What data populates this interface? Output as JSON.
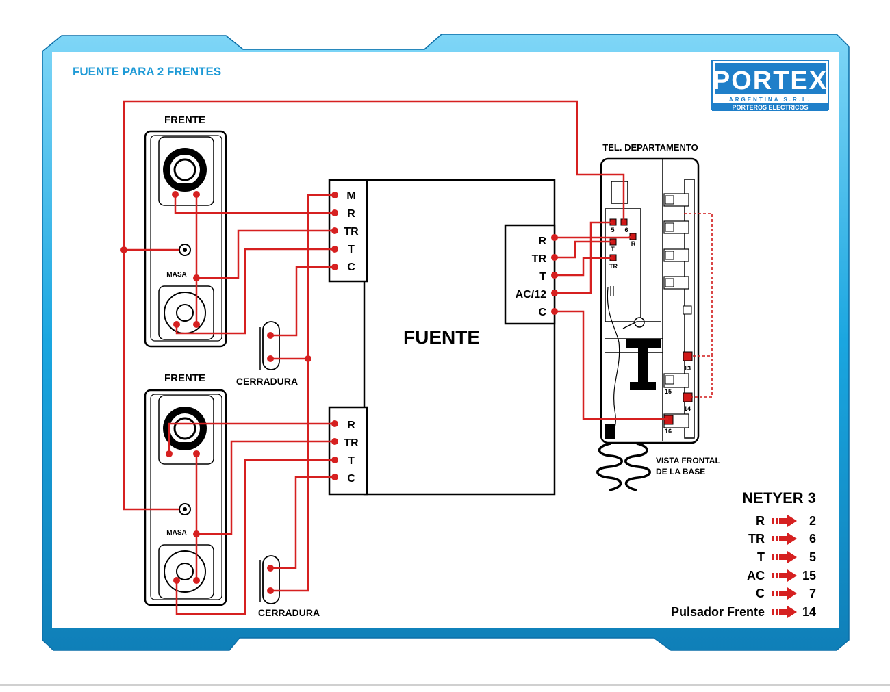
{
  "title": "FUENTE PARA 2 FRENTES",
  "logo": {
    "brand": "PORTEX",
    "sub1": "ARGENTINA S.R.L.",
    "sub2": "PORTEROS ELECTRICOS"
  },
  "panels": {
    "frente_label": "FRENTE",
    "masa_label": "MASA",
    "cerradura_label": "CERRADURA"
  },
  "fuente": {
    "label": "FUENTE",
    "top_terminals": [
      "M",
      "R",
      "TR",
      "T",
      "C"
    ],
    "bottom_terminals": [
      "R",
      "TR",
      "T",
      "C"
    ],
    "right_terminals": [
      "R",
      "TR",
      "T",
      "AC/12",
      "C"
    ]
  },
  "telefono": {
    "title": "TEL. DEPARTAMENTO",
    "caption1": "VISTA FRONTAL",
    "caption2": "DE LA BASE",
    "term_labels": [
      "5",
      "6",
      "R",
      "T",
      "TR",
      "13",
      "14",
      "15",
      "16"
    ]
  },
  "legend": {
    "title": "NETYER 3",
    "rows": [
      {
        "label": "R",
        "value": "2"
      },
      {
        "label": "TR",
        "value": "6"
      },
      {
        "label": "T",
        "value": "5"
      },
      {
        "label": "AC",
        "value": "15"
      },
      {
        "label": "C",
        "value": "7"
      },
      {
        "label": "Pulsador Frente",
        "value": "14"
      }
    ]
  },
  "colors": {
    "wire": "#e02020",
    "frame": "#1aa6e0",
    "title": "#1e9ad6",
    "logo_blue": "#1f7fc9"
  }
}
